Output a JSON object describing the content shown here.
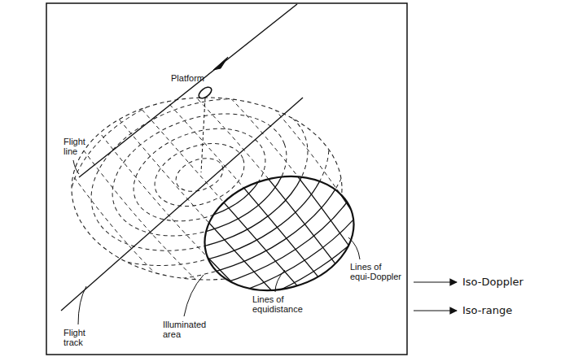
{
  "diagram": {
    "labels": [
      "Platform",
      "Flight line",
      "Flight track",
      "Illuminated area",
      "Lines of equi-Doppler",
      "Lines of equidistance",
      "Iso-Doppler",
      "Iso-range"
    ]
  }
}
